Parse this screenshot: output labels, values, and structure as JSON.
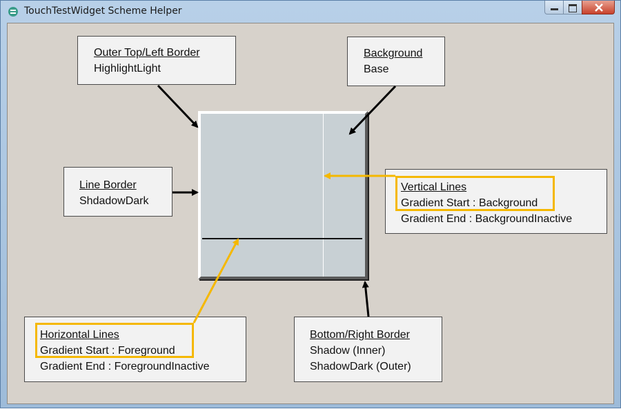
{
  "window": {
    "title": "TouchTestWidget Scheme Helper",
    "icon": "app-logo-icon",
    "controls": [
      "minimize-icon",
      "maximize-icon",
      "close-icon"
    ]
  },
  "labels": {
    "outer_top_left": {
      "heading": "Outer Top/Left Border",
      "value": "HighlightLight"
    },
    "background": {
      "heading": "Background",
      "value": "Base"
    },
    "line_border": {
      "heading": "Line Border",
      "value": "ShdadowDark"
    },
    "vertical_lines": {
      "heading": "Vertical Lines",
      "start": "Gradient Start : Background",
      "end": "Gradient End : BackgroundInactive"
    },
    "horizontal_lines": {
      "heading": "Horizontal Lines",
      "start": "Gradient Start : Foreground",
      "end": "Gradient End : ForegroundInactive"
    },
    "bottom_right": {
      "heading": "Bottom/Right Border",
      "inner": "Shadow (Inner)",
      "outer": "ShadowDark (Outer)"
    }
  },
  "colors": {
    "client_bg": "#d7d2cb",
    "widget_bg": "#c8d0d4",
    "highlight": "#f5b800",
    "arrow": "#000000"
  }
}
